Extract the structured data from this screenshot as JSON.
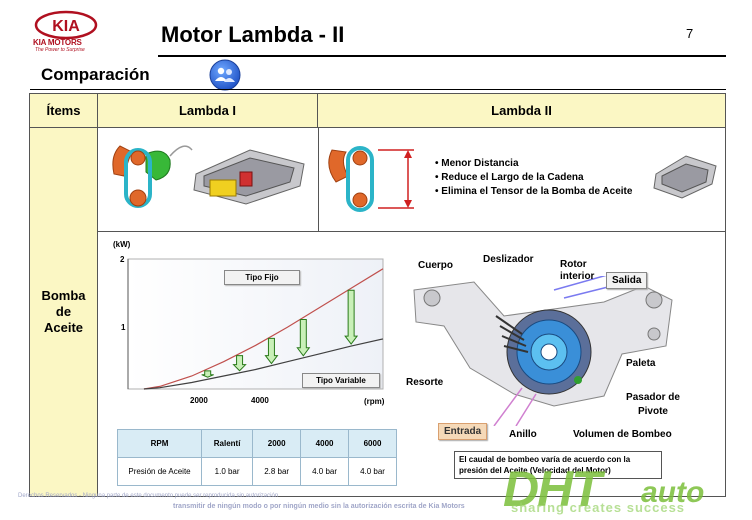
{
  "header": {
    "logo_text": "KIA",
    "logo_sub": "KIA MOTORS",
    "logo_tagline": "The Power to Surprise",
    "title": "Motor Lambda - II",
    "page_number": "7"
  },
  "section": {
    "title": "Comparación",
    "icon": "people-icon"
  },
  "table": {
    "headers": [
      "Ítems",
      "Lambda I",
      "Lambda II"
    ],
    "item_label": "Bomba de Aceite",
    "lambda2_bullets": [
      "Menor Distancia",
      "Reduce el Largo de la Cadena",
      "Elimina el Tensor de la Bomba de Aceite"
    ]
  },
  "chart_data": {
    "type": "line",
    "ylabel": "(kW)",
    "xlabel": "(rpm)",
    "y_ticks": [
      "2",
      "1"
    ],
    "x_ticks": [
      "2000",
      "4000"
    ],
    "ylim": [
      0,
      2
    ],
    "xlim": [
      0,
      8000
    ],
    "series": [
      {
        "name": "Tipo Fijo",
        "color": "#c0504d",
        "x": [
          500,
          1000,
          2000,
          3000,
          4000,
          5000,
          6000,
          7000,
          8000
        ],
        "y": [
          0.0,
          0.04,
          0.2,
          0.42,
          0.67,
          0.95,
          1.25,
          1.55,
          1.85
        ]
      },
      {
        "name": "Tipo Variable",
        "color": "#404040",
        "x": [
          500,
          1000,
          2000,
          3000,
          4000,
          5000,
          6000,
          7000,
          8000
        ],
        "y": [
          0.0,
          0.02,
          0.1,
          0.2,
          0.3,
          0.42,
          0.54,
          0.66,
          0.77
        ]
      }
    ],
    "arrow_x": [
      2500,
      3500,
      4500,
      5500,
      7000
    ]
  },
  "spec_table": {
    "header": [
      "RPM",
      "Ralentí",
      "2000",
      "4000",
      "6000"
    ],
    "row": [
      "Presión de Aceite",
      "1.0 bar",
      "2.8 bar",
      "4.0 bar",
      "4.0 bar"
    ]
  },
  "diagram": {
    "cuerpo": "Cuerpo",
    "deslizador": "Deslizador",
    "rotor": "Rotor interior",
    "salida": "Salida",
    "paleta": "Paleta",
    "resorte": "Resorte",
    "pasador": "Pasador de Pivote",
    "entrada": "Entrada",
    "anillo": "Anillo",
    "volumen": "Volumen de Bombeo",
    "note": "El caudal de bombeo varía de acuerdo con la presión del Aceite (Velocidad del Motor)"
  },
  "footer": {
    "line1": "Derechos Reservados - Ninguna parte de este documento puede ser reproducida sin autorización",
    "line2": "transmitir de ningún modo o por ningún medio sin la autorización escrita de Kia Motors"
  },
  "watermark": {
    "logo": "DHT",
    "brand": "auto",
    "tagline": "sharing creates success"
  },
  "colors": {
    "header_fill": "#fbf7c4",
    "kia_red": "#b01020",
    "spec_head": "#d9ecf5",
    "watermark": "#7bbf3a"
  }
}
